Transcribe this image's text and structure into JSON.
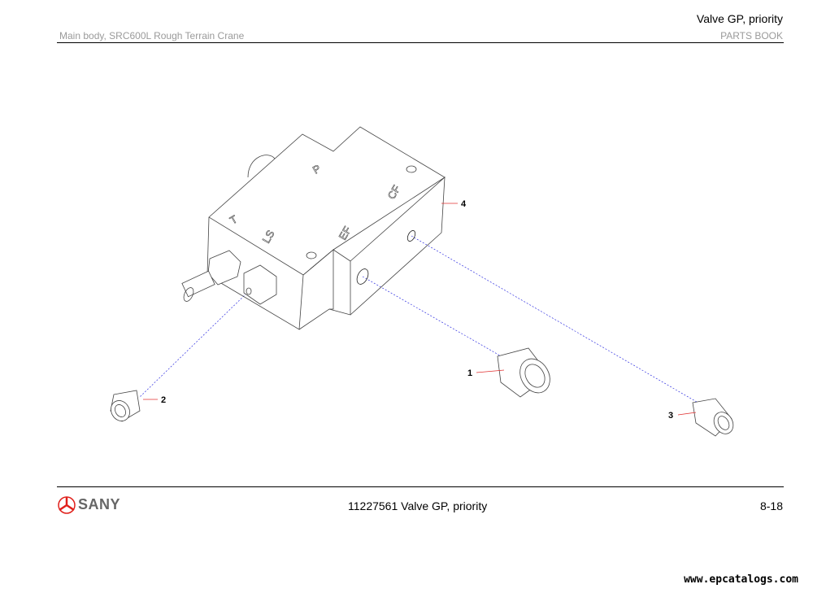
{
  "header": {
    "title": "Valve GP, priority",
    "subtitle": "Main body, SRC600L Rough Terrain Crane",
    "book": "PARTS BOOK"
  },
  "drawing": {
    "port_labels": [
      "P",
      "T",
      "LS",
      "EF",
      "CF"
    ],
    "callouts": [
      "1",
      "2",
      "3",
      "4"
    ]
  },
  "footer": {
    "brand": "SANY",
    "title": "11227561 Valve GP, priority",
    "page": "8-18"
  },
  "watermark": "www.epcatalogs.com",
  "colors": {
    "logo_red": "#e0201b",
    "leader_red": "#e03030",
    "centerline_blue": "#3030e0"
  }
}
